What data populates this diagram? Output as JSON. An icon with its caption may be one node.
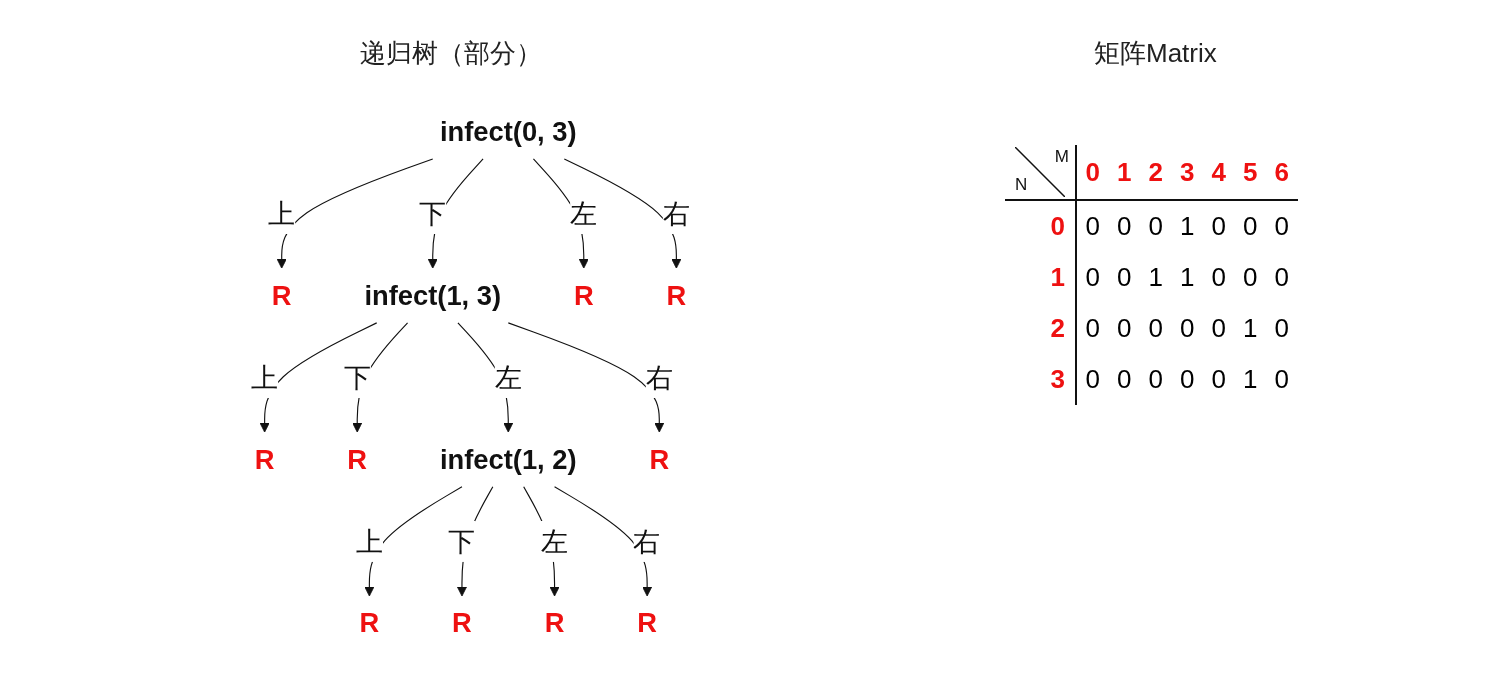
{
  "diagram": {
    "nodes": [
      {
        "text": [
          "infect(0, 3)"
        ]
      },
      {
        "text": [
          "R"
        ]
      },
      {
        "text": [
          "infect(1, 3)"
        ]
      },
      {
        "text": [
          "R"
        ]
      },
      {
        "text": [
          "R"
        ]
      },
      {
        "text": [
          "R"
        ]
      },
      {
        "text": [
          "R"
        ]
      },
      {
        "text": [
          "infect(1, 2)"
        ]
      },
      {
        "text": [
          "R"
        ]
      },
      {
        "text": [
          "R"
        ]
      },
      {
        "text": [
          "R"
        ]
      },
      {
        "text": [
          "R"
        ]
      },
      {
        "text": [
          "R"
        ]
      }
    ],
    "edges": [
      {
        "from": 0,
        "to": 1,
        "arrow": "to",
        "label": "上"
      },
      {
        "from": 0,
        "to": 2,
        "arrow": "to",
        "label": "下"
      },
      {
        "from": 0,
        "to": 3,
        "arrow": "to",
        "label": "左"
      },
      {
        "from": 0,
        "to": 4,
        "arrow": "to",
        "label": "右"
      },
      {
        "from": 2,
        "to": 5,
        "arrow": "to",
        "label": "上"
      },
      {
        "from": 2,
        "to": 6,
        "arrow": "to",
        "label": "下"
      },
      {
        "from": 2,
        "to": 7,
        "arrow": "to",
        "label": "左"
      },
      {
        "from": 2,
        "to": 8,
        "arrow": "to",
        "label": "右"
      },
      {
        "from": 7,
        "to": 9,
        "arrow": "to",
        "label": "上"
      },
      {
        "from": 7,
        "to": 10,
        "arrow": "to",
        "label": "下"
      },
      {
        "from": 7,
        "to": 11,
        "arrow": "to",
        "label": "左"
      },
      {
        "from": 7,
        "to": 12,
        "arrow": "to",
        "label": "右"
      }
    ],
    "labels": [
      "递归树（部分）",
      "矩阵Matrix",
      "M",
      "N",
      "0",
      "1",
      "2",
      "3",
      "4",
      "5",
      "6",
      "0",
      "0",
      "0",
      "0",
      "1",
      "0",
      "0",
      "0",
      "1",
      "0",
      "0",
      "1",
      "1",
      "0",
      "0",
      "0",
      "2",
      "0",
      "0",
      "0",
      "0",
      "0",
      "1",
      "0",
      "3",
      "0",
      "0",
      "0",
      "0",
      "0",
      "1",
      "0"
    ]
  }
}
